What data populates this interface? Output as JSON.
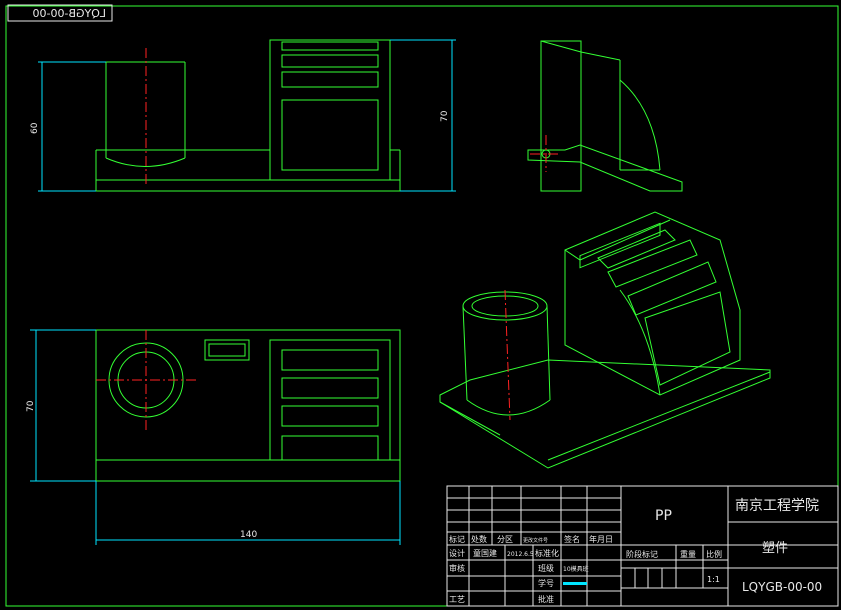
{
  "drawing_code_top": "LQYGB-00-00",
  "dims": {
    "front_height": "60",
    "front_total_height": "70",
    "top_depth": "70",
    "top_width": "140"
  },
  "title_block": {
    "material": "PP",
    "school": "南京工程学院",
    "part_name": "塑件",
    "drawing_code": "LQYGB-00-00",
    "scale": "1:1",
    "headers": {
      "mark": "标记",
      "count": "处数",
      "zone": "分区",
      "change_doc": "更改文件号",
      "sign": "签名",
      "date": "年月日",
      "stage_mark": "阶段标记",
      "weight": "重量",
      "ratio": "比例"
    },
    "rows": {
      "design": "设计",
      "designer": "童国建",
      "design_date": "2012.6.5",
      "standard": "标准化",
      "review": "审核",
      "class_label": "班级",
      "class_value": "10模具班",
      "student_no": "学号",
      "process": "工艺",
      "approve": "批准"
    }
  },
  "colors": {
    "outline": "#33ff33",
    "dimension": "#00e5ff",
    "centerline": "#ff2222",
    "title_block": "#e8e8e8"
  }
}
